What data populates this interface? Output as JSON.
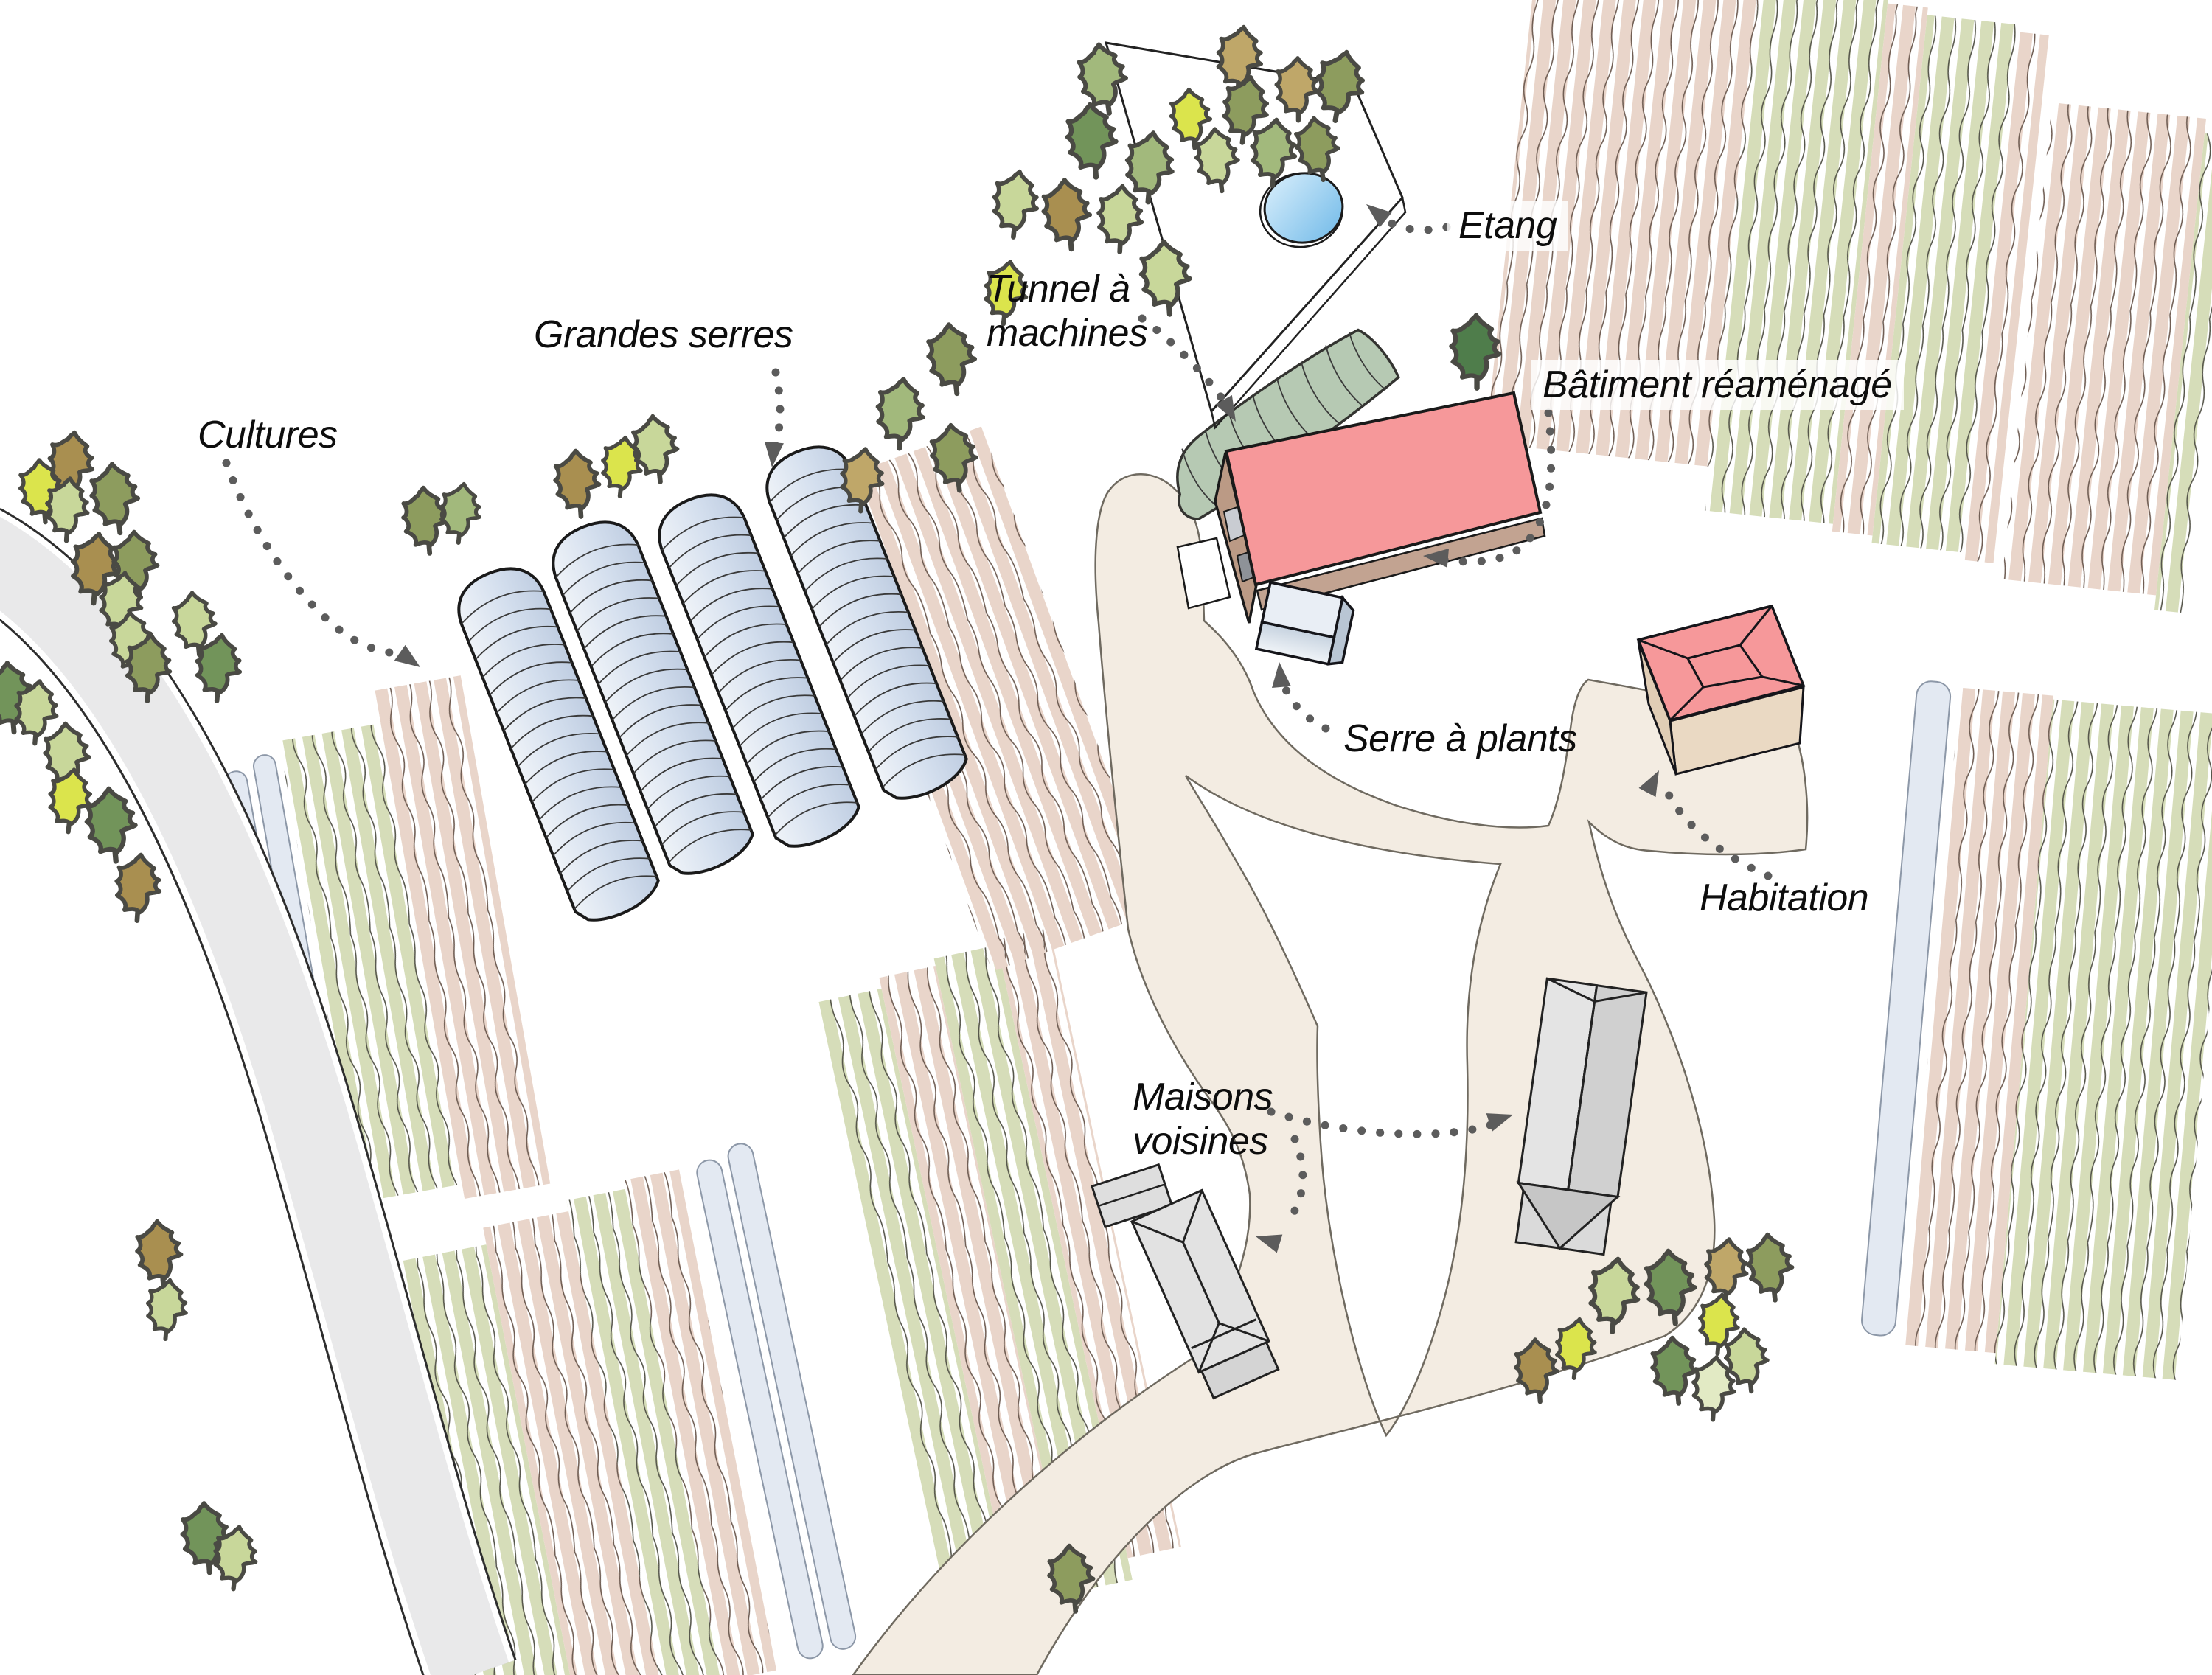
{
  "figure": {
    "type": "illustrated-farm-site-plan",
    "language": "fr"
  },
  "labels": {
    "etang": "Etang",
    "tunnel_line1": "Tunnel à",
    "tunnel_line2": "machines",
    "grandes_serres": "Grandes serres",
    "cultures": "Cultures",
    "batiment": "Bâtiment réaménagé",
    "serre_plants": "Serre à plants",
    "habitation": "Habitation",
    "maisons_line1": "Maisons",
    "maisons_line2": "voisines"
  },
  "colors": {
    "background": "#ffffff",
    "roof_red": "#f6989a",
    "wall_brown": "#bb9a85",
    "path_beige": "#f3ece2",
    "greenhouse_blue": "#d4dfee",
    "machine_tunnel_green": "#b6c9b3",
    "crop_row_green": "#d6ddb9",
    "crop_row_pink": "#e9d5ca",
    "water_strip_blue": "#e3e9f2",
    "pond_blue": "#7fc0eb",
    "road_gray": "#e9e9ea",
    "house_gray": "#dedede",
    "tree_outline": "#4a4a44",
    "arrow_gray": "#5c5c5c"
  }
}
